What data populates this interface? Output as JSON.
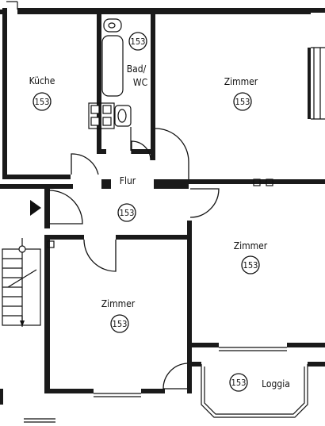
{
  "rooms": {
    "kueche": {
      "name": "Küche",
      "number": "153"
    },
    "bad": {
      "name_line1": "Bad/",
      "name_line2": "WC",
      "number": "153"
    },
    "zimmer_ne": {
      "name": "Zimmer",
      "number": "153"
    },
    "flur": {
      "name": "Flur",
      "number": "153"
    },
    "zimmer_e": {
      "name": "Zimmer",
      "number": "153"
    },
    "zimmer_s": {
      "name": "Zimmer",
      "number": "153"
    },
    "loggia": {
      "name": "Loggia",
      "number": "153"
    }
  },
  "colors": {
    "line": "#111111",
    "background": "#ffffff"
  }
}
